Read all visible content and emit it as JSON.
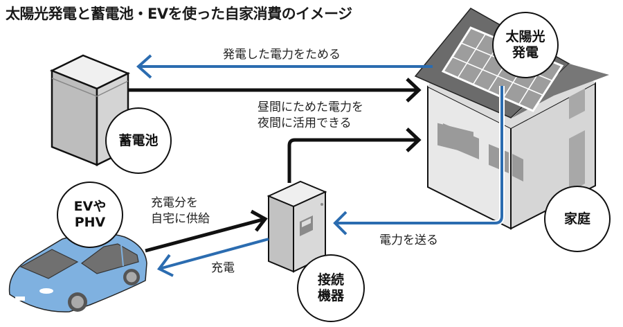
{
  "title": "太陽光発電と蓄電池・EVを使った自家消費のイメージ",
  "colors": {
    "blue_arrow": "#2b6cb0",
    "black_arrow": "#111111",
    "car_body": "#7fb1e0",
    "device_gray": "#cfcfcf",
    "roof": "#6b6b6b",
    "wall": "#e6e6e6"
  },
  "nodes": {
    "solar": {
      "line1": "太陽光",
      "line2": "発電"
    },
    "battery": {
      "label": "蓄電池"
    },
    "house": {
      "label": "家庭"
    },
    "ev": {
      "line1": "EVや",
      "line2": "PHV"
    },
    "connector": {
      "line1": "接続",
      "line2": "機器"
    }
  },
  "flows": {
    "store": "発電した電力をためる",
    "night_use_line1": "昼間にためた電力を",
    "night_use_line2": "夜間に活用できる",
    "supply_line1": "充電分を",
    "supply_line2": "自宅に供給",
    "charge": "充電",
    "send": "電力を送る"
  }
}
